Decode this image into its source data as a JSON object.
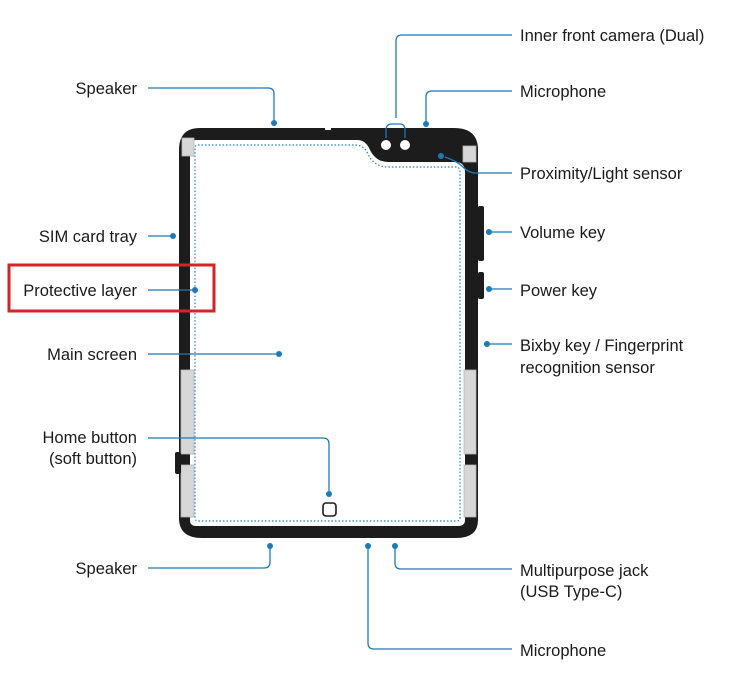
{
  "labels": {
    "inner_front_camera": "Inner front camera (Dual)",
    "microphone_top": "Microphone",
    "proximity_light_sensor": "Proximity/Light sensor",
    "volume_key": "Volume key",
    "power_key": "Power key",
    "bixby_key_line1": "Bixby key / Fingerprint",
    "bixby_key_line2": "recognition sensor",
    "multipurpose_jack_line1": "Multipurpose jack",
    "multipurpose_jack_line2": "(USB Type-C)",
    "microphone_bottom": "Microphone",
    "speaker_top": "Speaker",
    "sim_card_tray": "SIM card tray",
    "protective_layer": "Protective layer",
    "main_screen": "Main screen",
    "home_button_line1": "Home button",
    "home_button_line2": "(soft button)",
    "speaker_bottom": "Speaker"
  },
  "colors": {
    "leader_line": "#1f79b4",
    "highlight_box": "#d0262b",
    "device_frame": "#1c1c1c"
  },
  "icons": {
    "home_button": "rounded-square-outline",
    "camera": "circle-lens"
  }
}
